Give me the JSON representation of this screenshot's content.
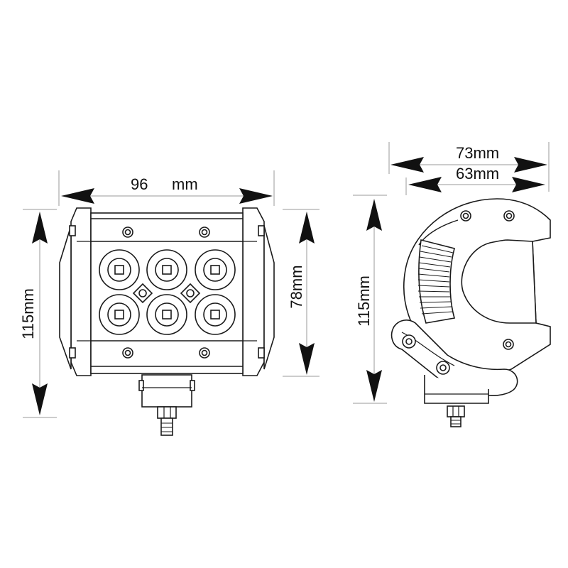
{
  "dimensions": {
    "front_width_value": "96",
    "front_width_unit": "mm",
    "front_height": "115mm",
    "front_inner_height": "78mm",
    "side_height": "115mm",
    "side_outer_width": "73mm",
    "side_inner_width": "63mm"
  },
  "colors": {
    "line": "#1a1a1a",
    "extension_line": "#9a9a9a",
    "background": "#ffffff"
  },
  "icons": {
    "front_view": "led-light-bar-front-view",
    "side_view": "led-light-bar-side-view",
    "arrows": "dimension-arrow"
  }
}
